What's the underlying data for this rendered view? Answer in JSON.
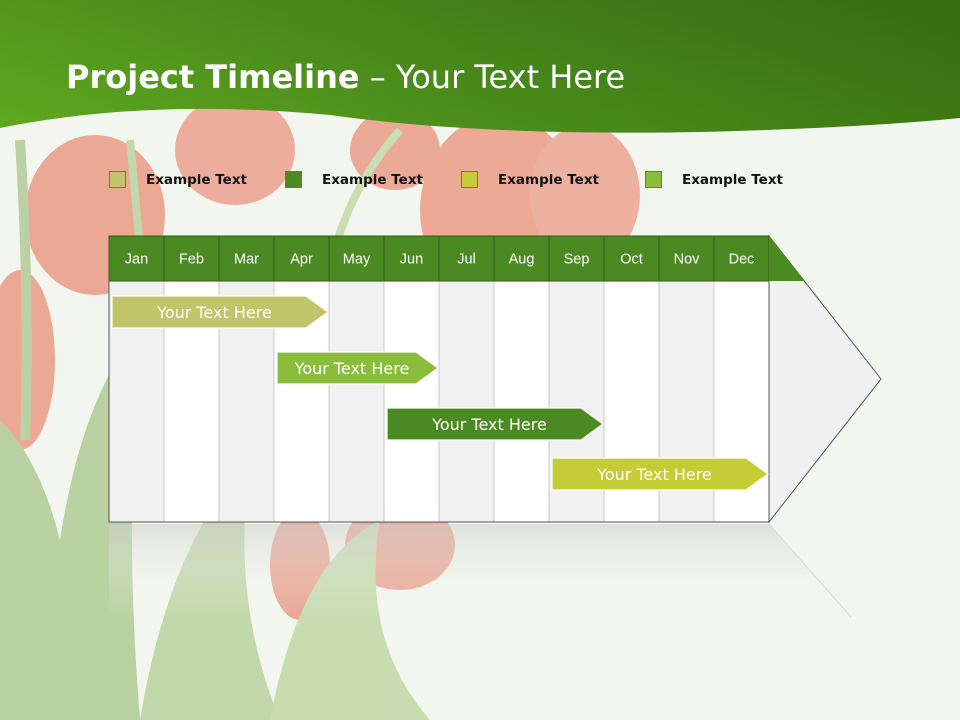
{
  "slide": {
    "title_bold": "Project Timeline",
    "title_rest": " – Your Text Here"
  },
  "legend": [
    {
      "label": "Example Text",
      "color": "#c2c46a"
    },
    {
      "label": "Example Text",
      "color": "#4b8a22"
    },
    {
      "label": "Example Text",
      "color": "#c6cc36"
    },
    {
      "label": "Example Text",
      "color": "#8bbd3c"
    }
  ],
  "timeline": {
    "months": [
      "Jan",
      "Feb",
      "Mar",
      "Apr",
      "May",
      "Jun",
      "Jul",
      "Aug",
      "Sep",
      "Oct",
      "Nov",
      "Dec"
    ],
    "header_color": "#4b8a22",
    "tasks": [
      {
        "label": "Your  Text Here",
        "start": "Jan",
        "end": "Apr",
        "color": "#c2c46a"
      },
      {
        "label": "Your  Text Here",
        "start": "Apr",
        "end": "Jun",
        "color": "#8bbd3c"
      },
      {
        "label": "Your  Text Here",
        "start": "Jun",
        "end": "Sep",
        "color": "#4b8a22"
      },
      {
        "label": "Your  Text Here",
        "start": "Sep",
        "end": "Dec",
        "color": "#c6cc36"
      }
    ]
  }
}
